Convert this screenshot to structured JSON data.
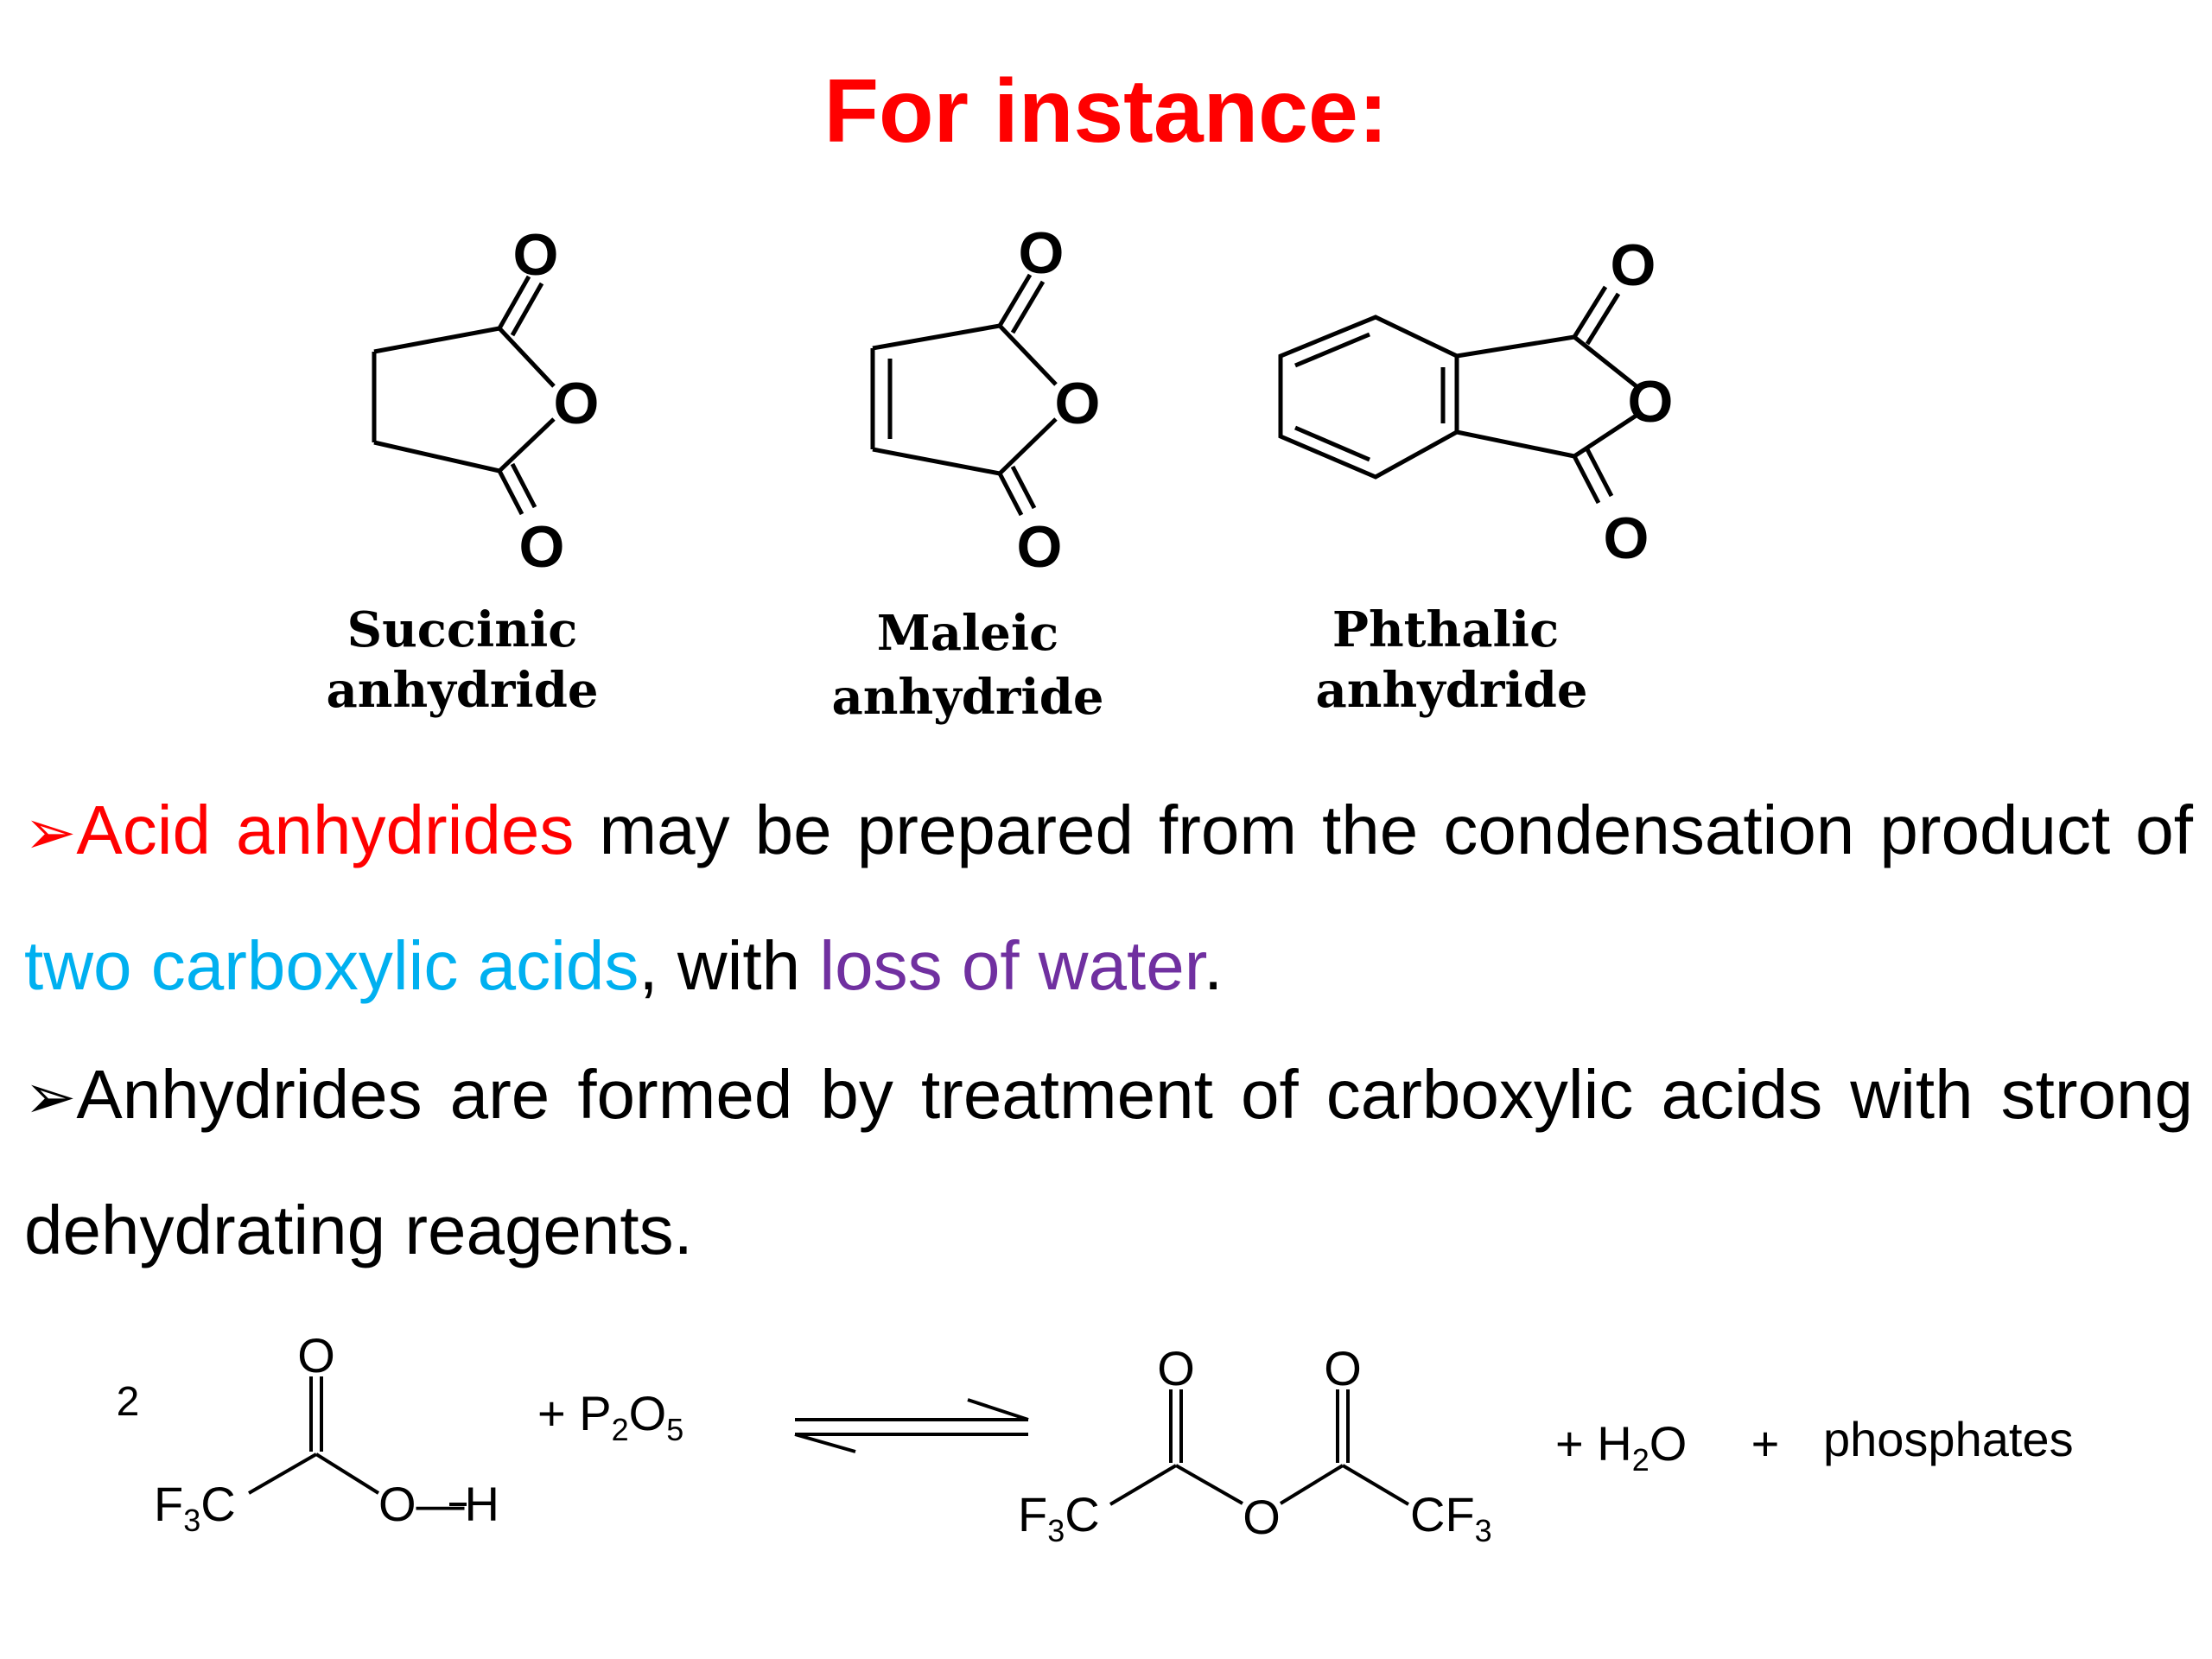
{
  "title": "For instance:",
  "structures": {
    "succinic": {
      "line1": "Succinic",
      "line2": "anhydride"
    },
    "maleic": {
      "line1": "Maleic",
      "line2": "anhydride"
    },
    "phthalic": {
      "line1": "Phthalic",
      "line2": "anhydride"
    },
    "atom_o": "O"
  },
  "bullets": [
    {
      "marker": "➢",
      "highlight": "Acid anhydrides",
      "text_before_blue": " may be prepared from the condensation product of ",
      "blue": "two carboxylic acids",
      "text_middle": ", with ",
      "purple": "loss of water",
      "end": "."
    },
    {
      "marker": "➢",
      "text": "Anhydrides are formed by treatment of carboxylic acids with strong dehydrating reagents."
    }
  ],
  "reaction": {
    "coefficient": "2",
    "carbonyl_o": "O",
    "f3c": "F",
    "sub3": "3",
    "c": "C",
    "hydroxyl": "O—H",
    "plus_p2o5_prefix": "+ P",
    "sub2": "2",
    "o_letter": "O",
    "sub5": "5",
    "bridge_o": "O",
    "cf3_c": "CF",
    "plus_h2o_prefix": "+ H",
    "h2o_o": "O",
    "plus": "+",
    "phosphates": "phosphates"
  },
  "colors": {
    "title": "#ff0000",
    "highlight_red": "#ff0000",
    "highlight_blue": "#00b0f0",
    "highlight_purple": "#7030a0"
  }
}
